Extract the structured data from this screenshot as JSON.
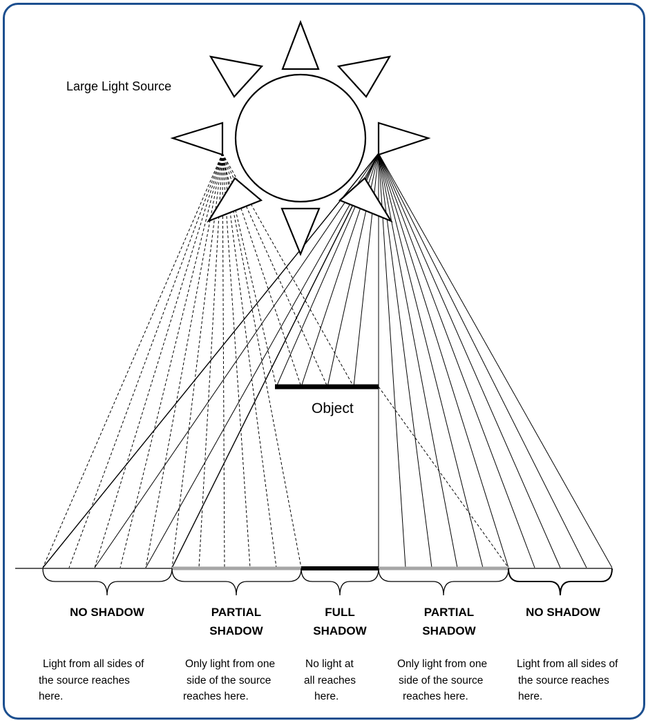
{
  "source_label": "Large Light Source",
  "object_label": "Object",
  "regions": [
    {
      "title": [
        "NO SHADOW"
      ],
      "description": [
        "Light from all sides of",
        "the source reaches",
        "here."
      ]
    },
    {
      "title": [
        "PARTIAL",
        "SHADOW"
      ],
      "description": [
        "Only light from one",
        "side of the source",
        "reaches here."
      ]
    },
    {
      "title": [
        "FULL",
        "SHADOW"
      ],
      "description": [
        "No light at",
        "all reaches",
        "here."
      ]
    },
    {
      "title": [
        "PARTIAL",
        "SHADOW"
      ],
      "description": [
        "Only light from one",
        "side of the source",
        "reaches here."
      ]
    },
    {
      "title": [
        "NO SHADOW"
      ],
      "description": [
        "Light from all sides of",
        "the source reaches",
        "here."
      ]
    }
  ]
}
